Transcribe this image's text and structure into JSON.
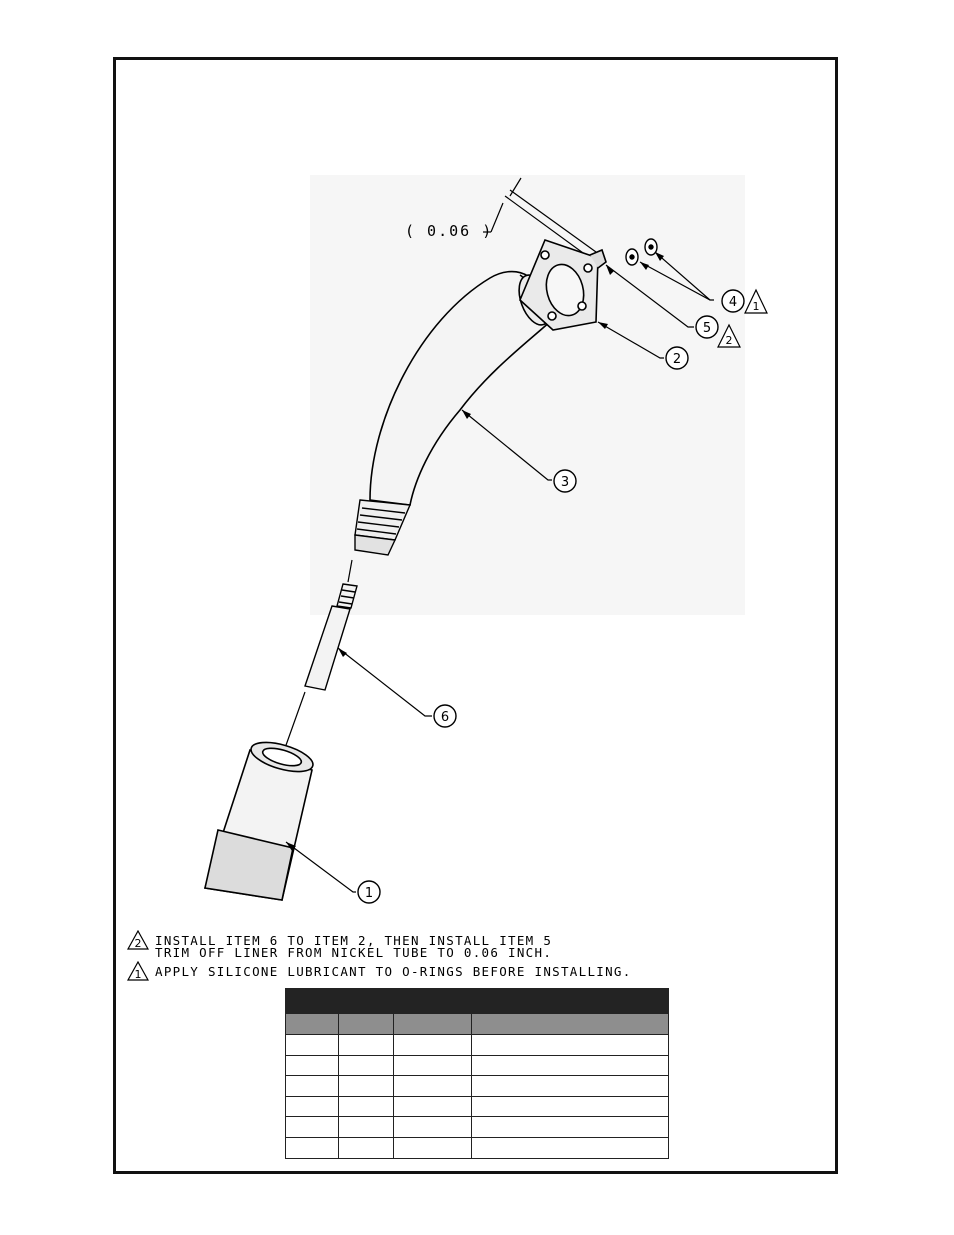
{
  "drawing": {
    "dimension_label": "( 0.06 )",
    "balloons": [
      {
        "id": "balloon-1",
        "label": "1"
      },
      {
        "id": "balloon-2",
        "label": "2"
      },
      {
        "id": "balloon-3",
        "label": "3"
      },
      {
        "id": "balloon-4",
        "label": "4"
      },
      {
        "id": "balloon-5",
        "label": "5"
      },
      {
        "id": "balloon-6",
        "label": "6"
      }
    ],
    "flags": {
      "flag_4": "1",
      "flag_5": "2"
    }
  },
  "notes": [
    {
      "flag": "2",
      "lines": [
        "INSTALL ITEM 6 TO ITEM 2, THEN INSTALL ITEM 5",
        "TRIM OFF LINER FROM NICKEL TUBE TO 0.06 INCH."
      ]
    },
    {
      "flag": "1",
      "lines": [
        "APPLY SILICONE LUBRICANT TO O-RINGS BEFORE INSTALLING."
      ]
    }
  ],
  "parts_table": {
    "title": "",
    "columns": [
      "",
      "",
      "",
      ""
    ],
    "rows": [
      [
        "",
        "",
        "",
        ""
      ],
      [
        "",
        "",
        "",
        ""
      ],
      [
        "",
        "",
        "",
        ""
      ],
      [
        "",
        "",
        "",
        ""
      ],
      [
        "",
        "",
        "",
        ""
      ],
      [
        "",
        "",
        "",
        ""
      ]
    ]
  }
}
